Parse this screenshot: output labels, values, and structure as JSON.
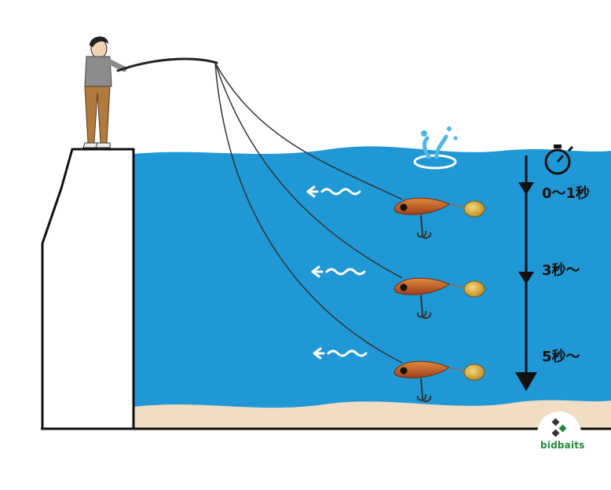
{
  "depth_stages": [
    {
      "time_label": "0～1秒"
    },
    {
      "time_label": "3秒～"
    },
    {
      "time_label": "5秒～"
    }
  ],
  "watermark": {
    "text": "bidbaits"
  },
  "icons": [
    "stopwatch-icon",
    "water-splash-icon",
    "swim-direction-arrow-icon"
  ],
  "colors": {
    "water": "#1f98d5",
    "sand": "#f1dcc4",
    "lure_body": "#c6642c",
    "lure_blade": "#d9b34a",
    "arrow": "#111111"
  }
}
